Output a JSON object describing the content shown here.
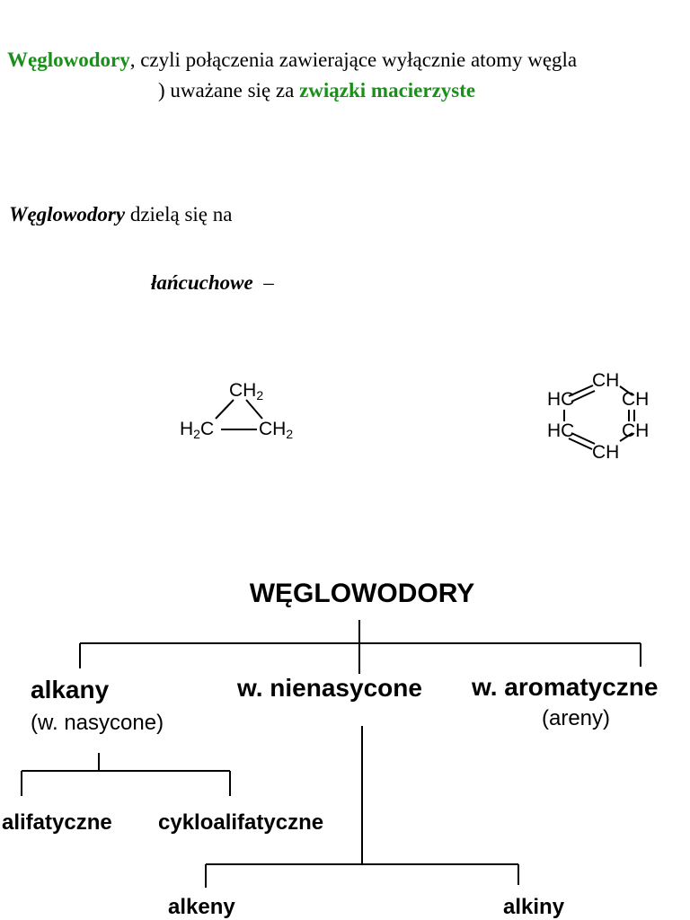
{
  "intro": {
    "term": "Węglowodory",
    "line1_rest": ", czyli połączenia zawierające wyłącznie atomy węgla",
    "line2_start": ") uważane się za ",
    "line2_term": "związki macierzyste"
  },
  "division": {
    "term": "Węglowodory",
    "rest": " dzielą się na"
  },
  "chain": {
    "term": "łańcuchowe",
    "dash": "–"
  },
  "cyclopropane": {
    "top": "CH",
    "top_sub": "2",
    "left": "H",
    "left_sub": "2",
    "left_end": "C",
    "right": "CH",
    "right_sub": "2"
  },
  "benzene": {
    "top": "CH",
    "upper_left": "HC",
    "upper_right": "CH",
    "lower_left": "HC",
    "lower_right": "CH",
    "bottom": "CH"
  },
  "tree": {
    "root": "WĘGLOWODORY",
    "alkany": "alkany",
    "alkany_sub": "(w. nasycone)",
    "nienasycone": "w. nienasycone",
    "aromatyczne": "w. aromatyczne",
    "aromatyczne_sub": "(areny)",
    "alifatyczne": "alifatyczne",
    "cykloalifatyczne": "cykloalifatyczne",
    "alkeny": "alkeny",
    "alkiny": "alkiny"
  }
}
